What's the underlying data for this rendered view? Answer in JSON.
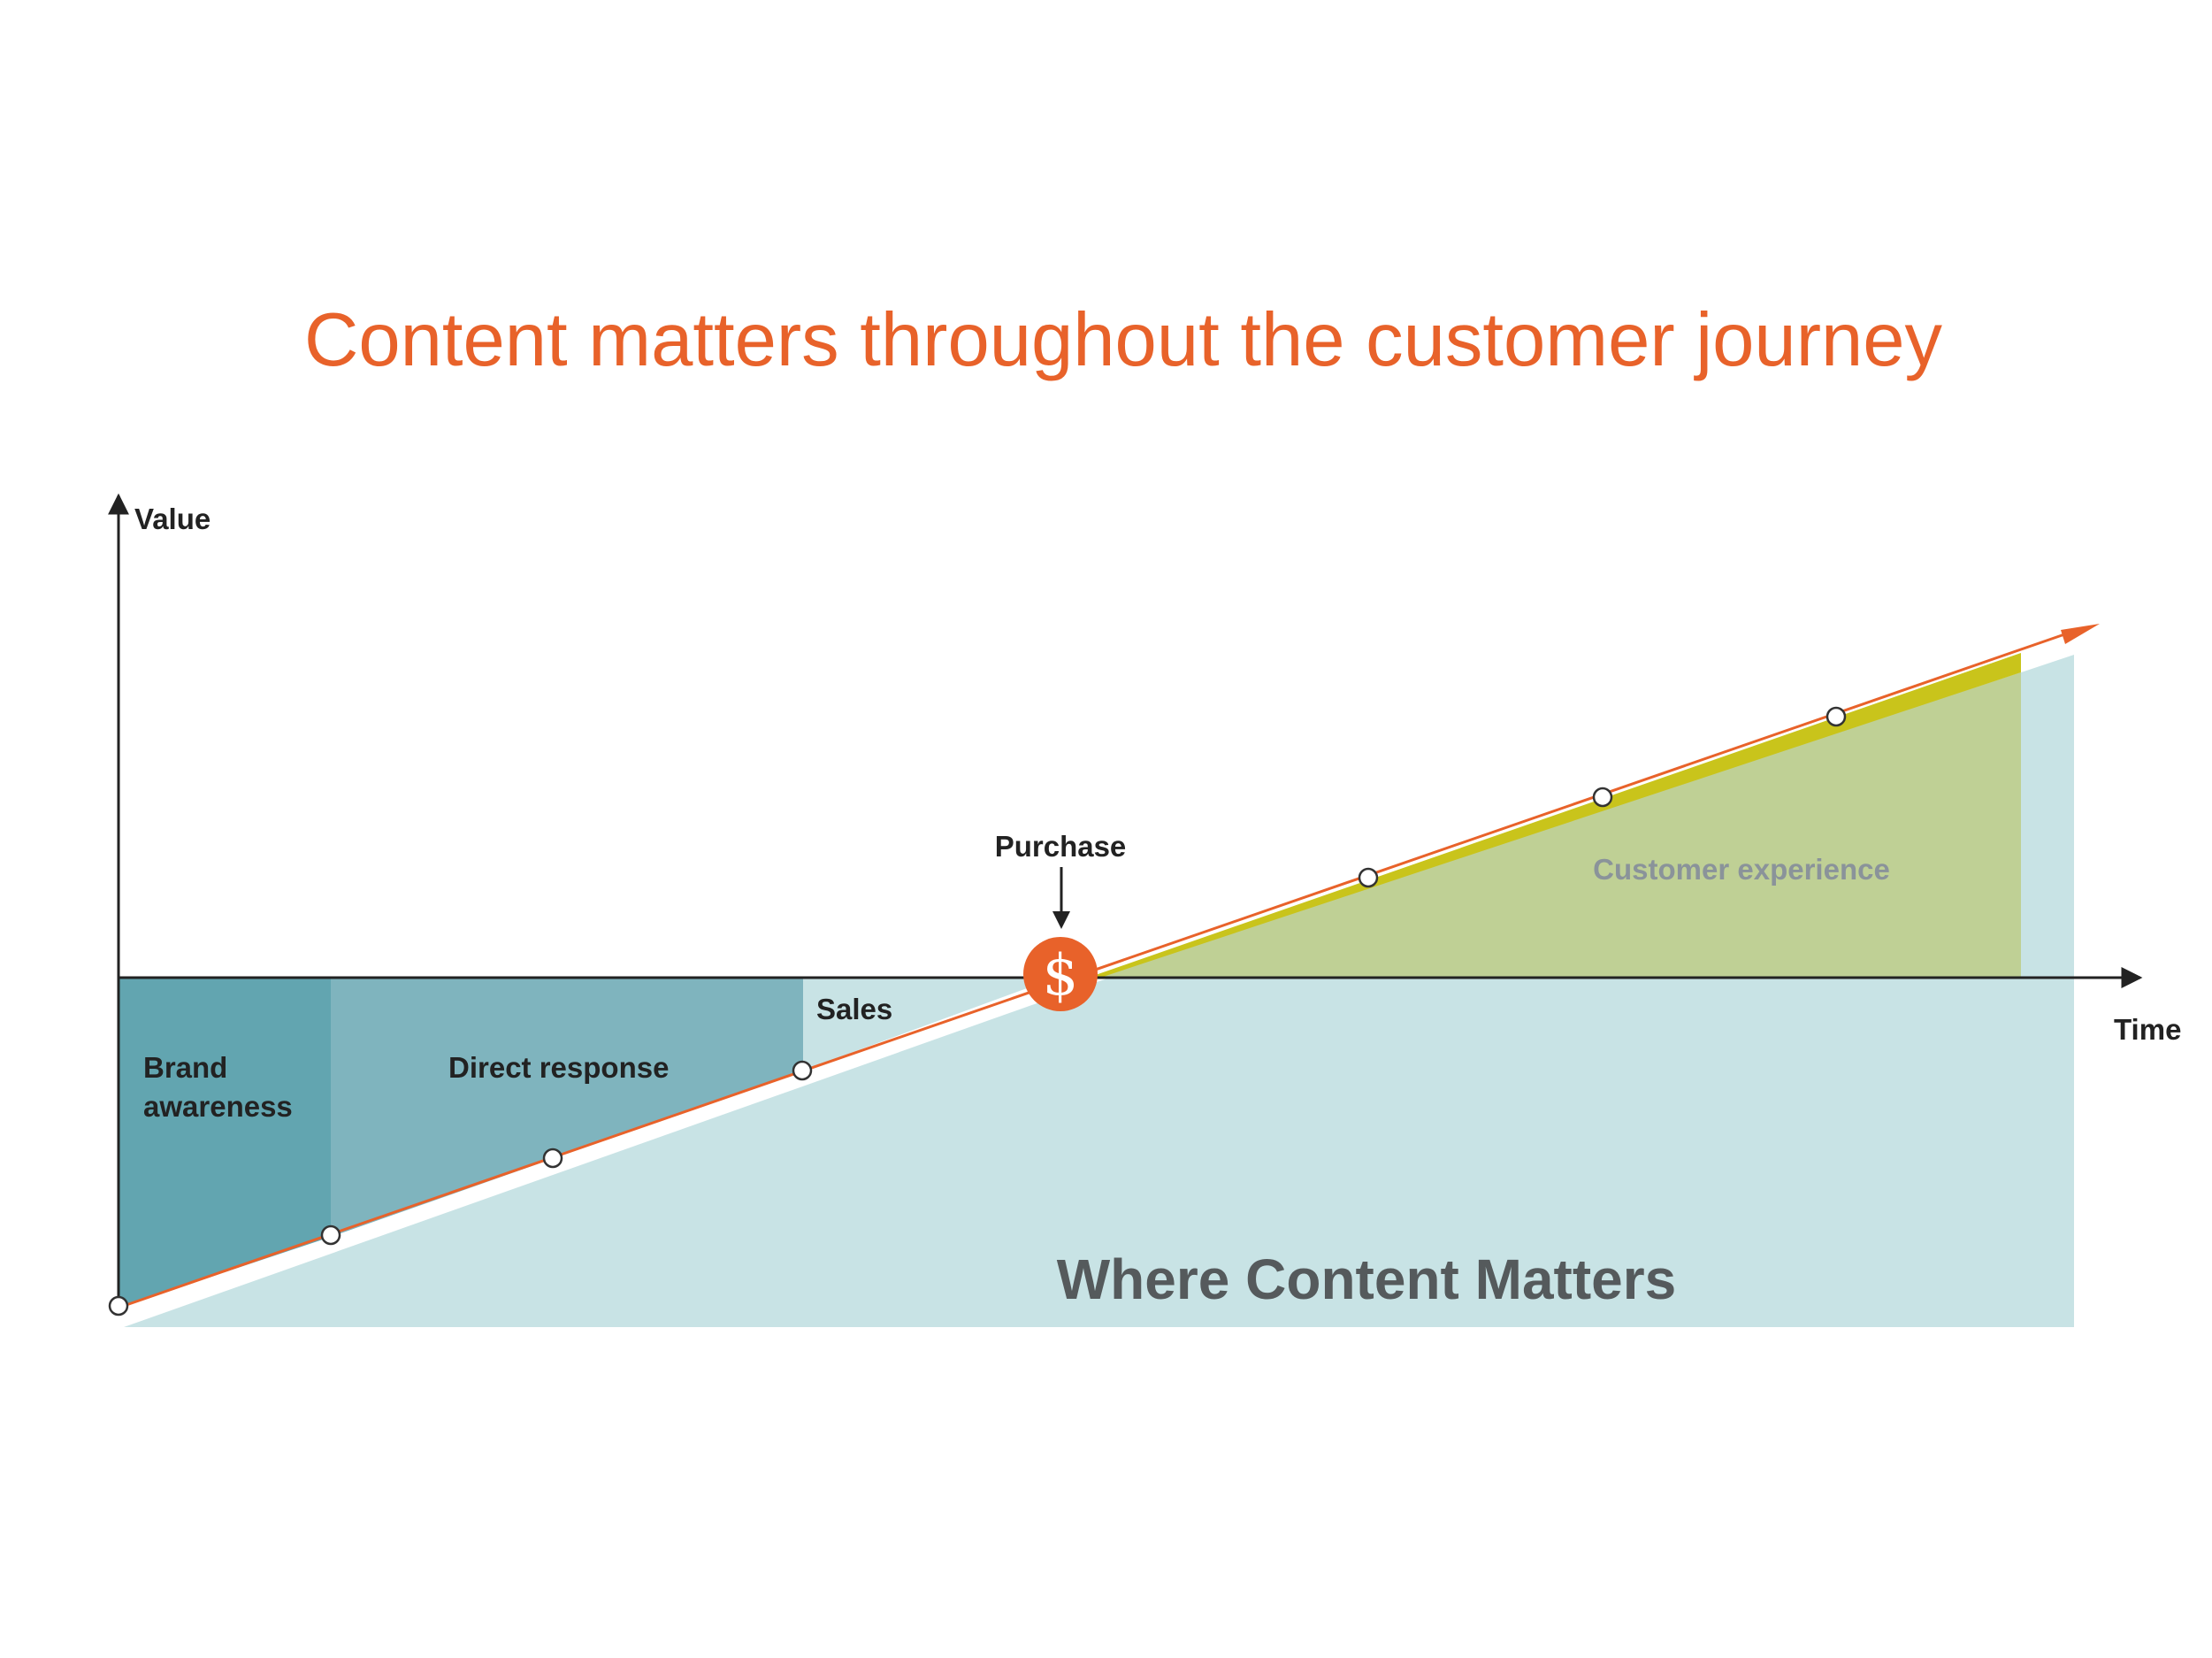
{
  "title": "Content matters throughout the customer journey",
  "axes": {
    "y_label": "Value",
    "x_label": "Time"
  },
  "stages": {
    "brand_awareness_line1": "Brand",
    "brand_awareness_line2": "awareness",
    "direct_response": "Direct response",
    "sales": "Sales",
    "purchase": "Purchase",
    "purchase_symbol": "$",
    "customer_experience": "Customer experience"
  },
  "footer_label": "Where Content Matters",
  "colors": {
    "title": "#e8622a",
    "brand_awareness": "#62a5b0",
    "direct_response": "#7fb4be",
    "light_area": "#c8e3e5",
    "customer_experience_area": "#bfd095",
    "customer_experience_band": "#c9c41b",
    "journey_line": "#e8622a",
    "purchase_circle": "#e8622a",
    "axis": "#222222",
    "customer_experience_text": "#8a939a",
    "footer_text": "#555a5c"
  }
}
